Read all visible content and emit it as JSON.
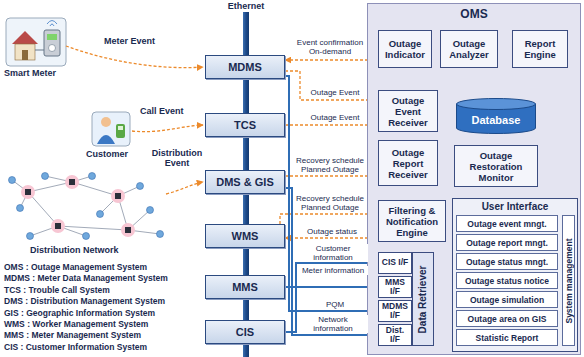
{
  "diagram": {
    "nodes": [
      {
        "text": [
          "MDMS"
        ]
      },
      {
        "text": [
          "TCS"
        ]
      },
      {
        "text": [
          "DMS & GIS"
        ]
      },
      {
        "text": [
          "WMS"
        ]
      },
      {
        "text": [
          "MMS"
        ]
      },
      {
        "text": [
          "CIS"
        ]
      },
      {
        "text": [
          "OMS"
        ]
      },
      {
        "text": [
          "Outage Indicator"
        ],
        "in": 6
      },
      {
        "text": [
          "Outage Analyzer"
        ],
        "in": 6
      },
      {
        "text": [
          "Report Engine"
        ],
        "in": 6
      },
      {
        "text": [
          "Outage Event Receiver"
        ],
        "in": 6
      },
      {
        "text": [
          "Database"
        ],
        "in": 6
      },
      {
        "text": [
          "Outage Report Receiver"
        ],
        "in": 6
      },
      {
        "text": [
          "Outage Restoration Monitor"
        ],
        "in": 6
      },
      {
        "text": [
          "Filtering & Notification Engine"
        ],
        "in": 6
      },
      {
        "text": [
          "User Interface"
        ],
        "in": 6
      },
      {
        "text": [
          "Outage event mngt."
        ],
        "in": 15
      },
      {
        "text": [
          "Outage report mngt."
        ],
        "in": 15
      },
      {
        "text": [
          "Outage status mngt."
        ],
        "in": 15
      },
      {
        "text": [
          "Outage status notice"
        ],
        "in": 15
      },
      {
        "text": [
          "Outage simulation"
        ],
        "in": 15
      },
      {
        "text": [
          "Outage area on GIS"
        ],
        "in": 15
      },
      {
        "text": [
          "Statistic Report"
        ],
        "in": 15
      },
      {
        "text": [
          "System management"
        ],
        "in": 15
      },
      {
        "text": [
          "CIS I/F"
        ],
        "in": 6
      },
      {
        "text": [
          "MMS I/F"
        ],
        "in": 6
      },
      {
        "text": [
          "MDMS I/F"
        ],
        "in": 6
      },
      {
        "text": [
          "Dist. I/F"
        ],
        "in": 6
      },
      {
        "text": [
          "Data Retriever"
        ],
        "in": 6
      }
    ],
    "edges": [
      {
        "from": 0,
        "to": 7,
        "label": "Event confirmation On-demand",
        "arrow": "both"
      },
      {
        "from": 0,
        "to": 10,
        "label": "Outage Event",
        "arrow": "to"
      },
      {
        "from": 1,
        "to": 10,
        "label": "Outage Event",
        "arrow": "to"
      },
      {
        "from": 2,
        "to": 12,
        "label": "Recovery schedule Planned Outage",
        "arrow": "to"
      },
      {
        "from": 3,
        "to": 12,
        "label": "Recovery schedule Planned Outage",
        "arrow": "to"
      },
      {
        "from": 14,
        "to": 3,
        "label": "Outage status",
        "arrow": "to"
      },
      {
        "from": 5,
        "to": 24,
        "label": "Customer information",
        "arrow": "to"
      },
      {
        "from": 4,
        "to": 25,
        "label": "Meter information",
        "arrow": "to"
      },
      {
        "from": 0,
        "to": 26,
        "label": "PQM",
        "arrow": "to"
      },
      {
        "from": 2,
        "to": 27,
        "label": "Network information",
        "arrow": "to"
      },
      {
        "from": 10,
        "to": 7,
        "arrow": "to"
      },
      {
        "from": 7,
        "to": 8,
        "arrow": "to"
      },
      {
        "from": 8,
        "to": 11,
        "arrow": "to"
      },
      {
        "from": 11,
        "to": 9,
        "arrow": "to"
      },
      {
        "from": 9,
        "to": 15,
        "arrow": "to"
      },
      {
        "from": 10,
        "to": 11,
        "arrow": "to"
      },
      {
        "from": 12,
        "to": 11,
        "arrow": "to"
      },
      {
        "from": 11,
        "to": 13,
        "arrow": "to"
      },
      {
        "from": 13,
        "to": 14,
        "arrow": "to"
      }
    ],
    "labels": [
      "Ethernet",
      "Smart Meter",
      "Meter Event",
      "Customer",
      "Call Event",
      "Distribution Event",
      "Distribution Network",
      "OMS : Outage Management System",
      "MDMS : Meter Data Management System",
      "TCS : Trouble Call System",
      "DMS : Distribution Management System",
      "GIS : Geographic Information System",
      "WMS : Worker Management System",
      "MMS : Meter Management System",
      "CIS : Customer Information System"
    ]
  }
}
